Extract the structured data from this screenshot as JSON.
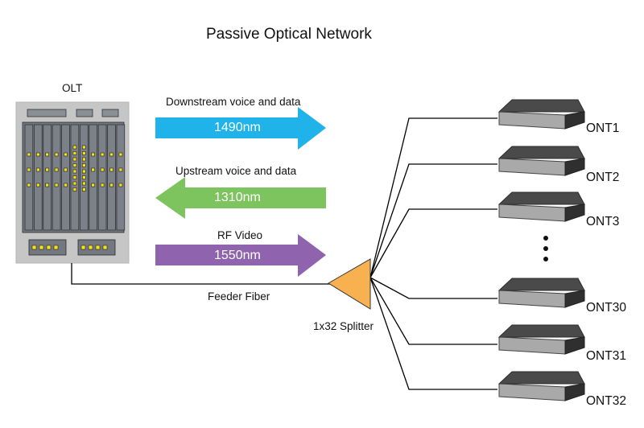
{
  "title": "Passive Optical Network",
  "olt": {
    "label": "OLT"
  },
  "signals": [
    {
      "description": "Downstream voice and data",
      "wavelength": "1490nm",
      "direction": "right",
      "color": "#1fb3ea"
    },
    {
      "description": "Upstream voice and data",
      "wavelength": "1310nm",
      "direction": "left",
      "color": "#7dc45e"
    },
    {
      "description": "RF Video",
      "wavelength": "1550nm",
      "direction": "right",
      "color": "#8f63ad"
    }
  ],
  "feeder": {
    "label": "Feeder Fiber"
  },
  "splitter": {
    "label": "1x32 Splitter",
    "color": "#f8b150"
  },
  "onts": [
    "ONT1",
    "ONT2",
    "ONT3",
    "ONT30",
    "ONT31",
    "ONT32"
  ],
  "ellipsis": "⋮"
}
